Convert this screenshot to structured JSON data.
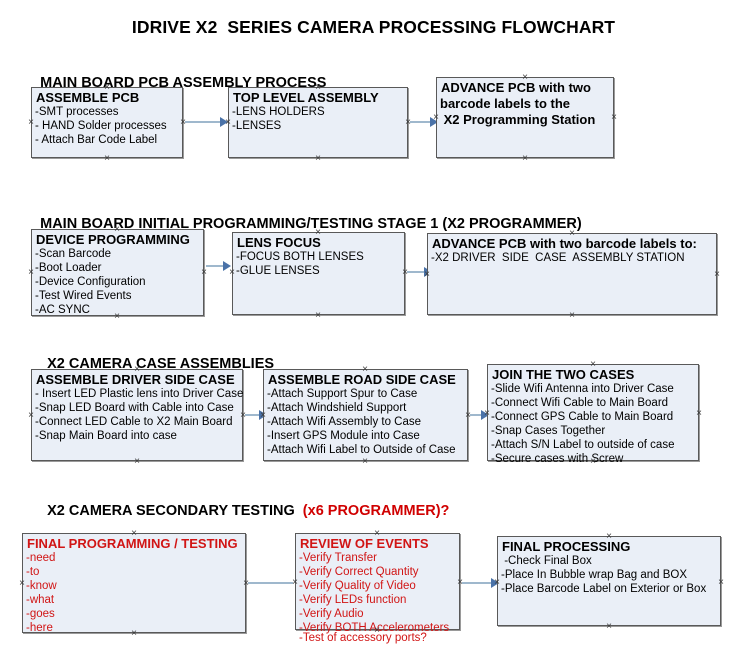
{
  "document": {
    "title": "IDRIVE X2  SERIES CAMERA PROCESSING FLOWCHART"
  },
  "sections": [
    {
      "id": "main-board-pcb-assembly",
      "heading": "MAIN BOARD PCB ASSEMBLY PROCESS",
      "heading_accent": "",
      "boxes": [
        {
          "id": "assemble-pcb",
          "header": "ASSEMBLE PCB",
          "lines": [
            "-SMT processes",
            "- HAND Solder processes",
            "- Attach Bar Code Label"
          ]
        },
        {
          "id": "top-level-assembly",
          "header": "TOP LEVEL ASSEMBLY",
          "lines": [
            "-LENS HOLDERS",
            "-LENSES"
          ]
        },
        {
          "id": "advance-pcb-programming-station",
          "header": "ADVANCE PCB with two",
          "lines": [
            "barcode labels to the",
            " X2 Programming Station"
          ]
        }
      ]
    },
    {
      "id": "main-board-initial-programming",
      "heading": "MAIN BOARD INITIAL PROGRAMMING/TESTING STAGE 1 (X2 PROGRAMMER)",
      "heading_accent": "",
      "boxes": [
        {
          "id": "device-programming",
          "header": "DEVICE PROGRAMMING",
          "lines": [
            "-Scan Barcode",
            "-Boot Loader",
            "-Device Configuration",
            "-Test Wired Events",
            "-AC SYNC"
          ]
        },
        {
          "id": "lens-focus",
          "header": "LENS FOCUS",
          "lines": [
            "-FOCUS BOTH LENSES",
            "-GLUE LENSES"
          ]
        },
        {
          "id": "advance-pcb-driver-side-case",
          "header": "ADVANCE PCB with two barcode labels to:",
          "lines": [
            "-X2 DRIVER  SIDE  CASE  ASSEMBLY STATION"
          ]
        }
      ]
    },
    {
      "id": "x2-camera-case-assemblies",
      "heading": "X2 CAMERA CASE ASSEMBLIES",
      "heading_accent": "",
      "boxes": [
        {
          "id": "assemble-driver-side-case",
          "header": "ASSEMBLE DRIVER SIDE CASE",
          "lines": [
            "- Insert LED Plastic lens into Driver Case",
            "-Snap LED Board with Cable into Case",
            "-Connect LED Cable to X2 Main Board",
            "-Snap Main Board into case"
          ]
        },
        {
          "id": "assemble-road-side-case",
          "header": "ASSEMBLE ROAD SIDE CASE",
          "lines": [
            "-Attach Support Spur to Case",
            "-Attach Windshield Support",
            "-Attach Wifi Assembly to Case",
            "-Insert GPS Module into Case",
            "-Attach Wifi Label to Outside of Case"
          ]
        },
        {
          "id": "join-the-two-cases",
          "header": "JOIN THE TWO CASES",
          "lines": [
            "-Slide Wifi Antenna into Driver Case",
            "-Connect Wifi Cable to Main Board",
            "-Connect GPS Cable to Main Board",
            "-Snap Cases Together",
            "-Attach S/N Label to outside of case",
            "-Secure cases with Screw"
          ]
        }
      ]
    },
    {
      "id": "x2-camera-secondary-testing",
      "heading": "X2 CAMERA SECONDARY TESTING  ",
      "heading_accent": "(x6 PROGRAMMER)?",
      "boxes": [
        {
          "id": "final-programming-testing",
          "header": "FINAL PROGRAMMING / TESTING",
          "lines": [
            "-need",
            "-to",
            "-know",
            "-what",
            "-goes",
            "-here"
          ]
        },
        {
          "id": "review-of-events",
          "header": "REVIEW OF EVENTS",
          "lines": [
            "-Verify Transfer",
            "-Verify Correct Quantity",
            "-Verify Quality of Video",
            "-Verify LEDs function",
            "-Verify Audio",
            "-Verify BOTH Accelerometers"
          ],
          "overflow_line": "-Test of accessory ports?"
        },
        {
          "id": "final-processing",
          "header": "FINAL PROCESSING",
          "lines": [
            " -Check Final Box",
            "-Place In Bubble wrap Bag and BOX",
            "-Place Barcode Label on Exterior or Box"
          ]
        }
      ]
    }
  ],
  "colors": {
    "box_fill": "#eaeff7",
    "box_border": "#595959",
    "connector": "#9fb8cd",
    "arrow_head": "#4a72a8",
    "accent_red": "#d11515",
    "text": "#000000"
  }
}
